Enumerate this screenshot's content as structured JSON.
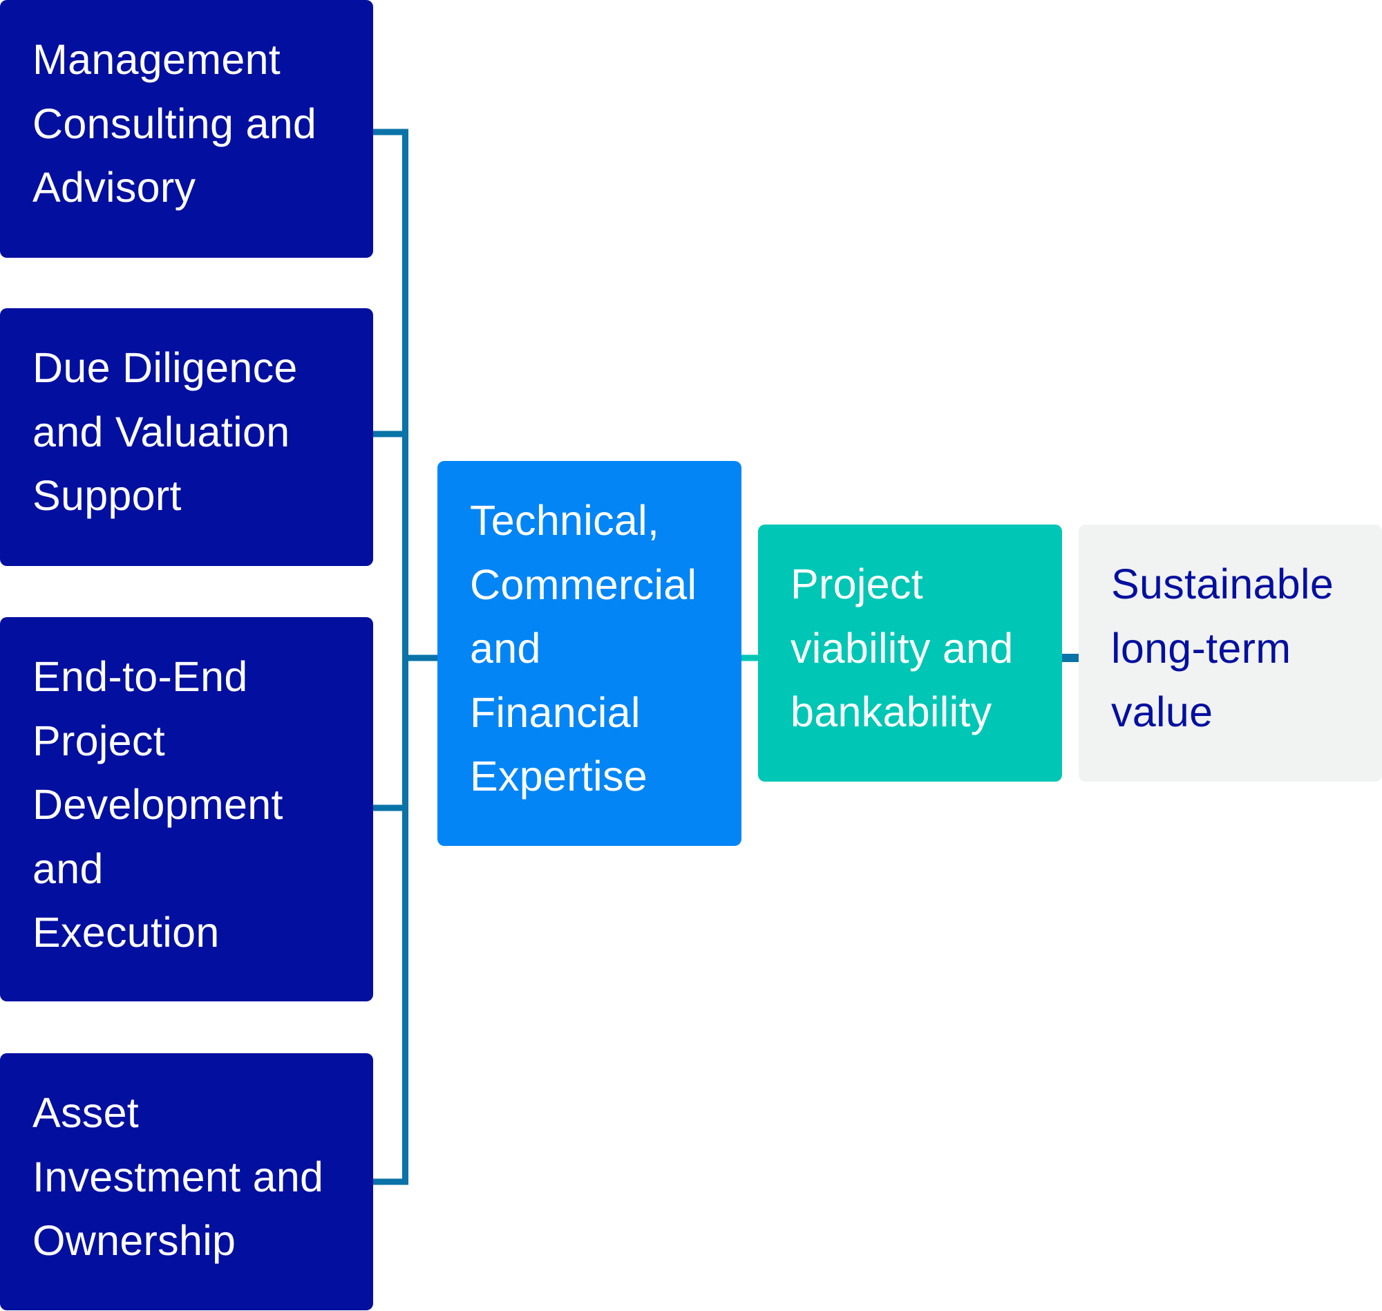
{
  "diagram": {
    "services": [
      {
        "label": "Management\nConsulting and\nAdvisory"
      },
      {
        "label": "Due Diligence\nand Valuation\nSupport"
      },
      {
        "label": "End-to-End\nProject\nDevelopment\nand\nExecution"
      },
      {
        "label": "Asset\nInvestment and\nOwnership"
      }
    ],
    "expertise": {
      "label": "Technical,\nCommercial\nand\nFinancial\nExpertise"
    },
    "viability": {
      "label": "Project\nviability and\nbankability"
    },
    "value": {
      "label": "Sustainable\nlong-term\nvalue"
    }
  },
  "colors": {
    "service_box": "#020f9f",
    "expertise_box": "#0385f6",
    "viability_box": "#00c6b5",
    "value_box": "#f1f2f2",
    "connector": "#0a73a8",
    "connector_teal": "#00c6b5"
  }
}
